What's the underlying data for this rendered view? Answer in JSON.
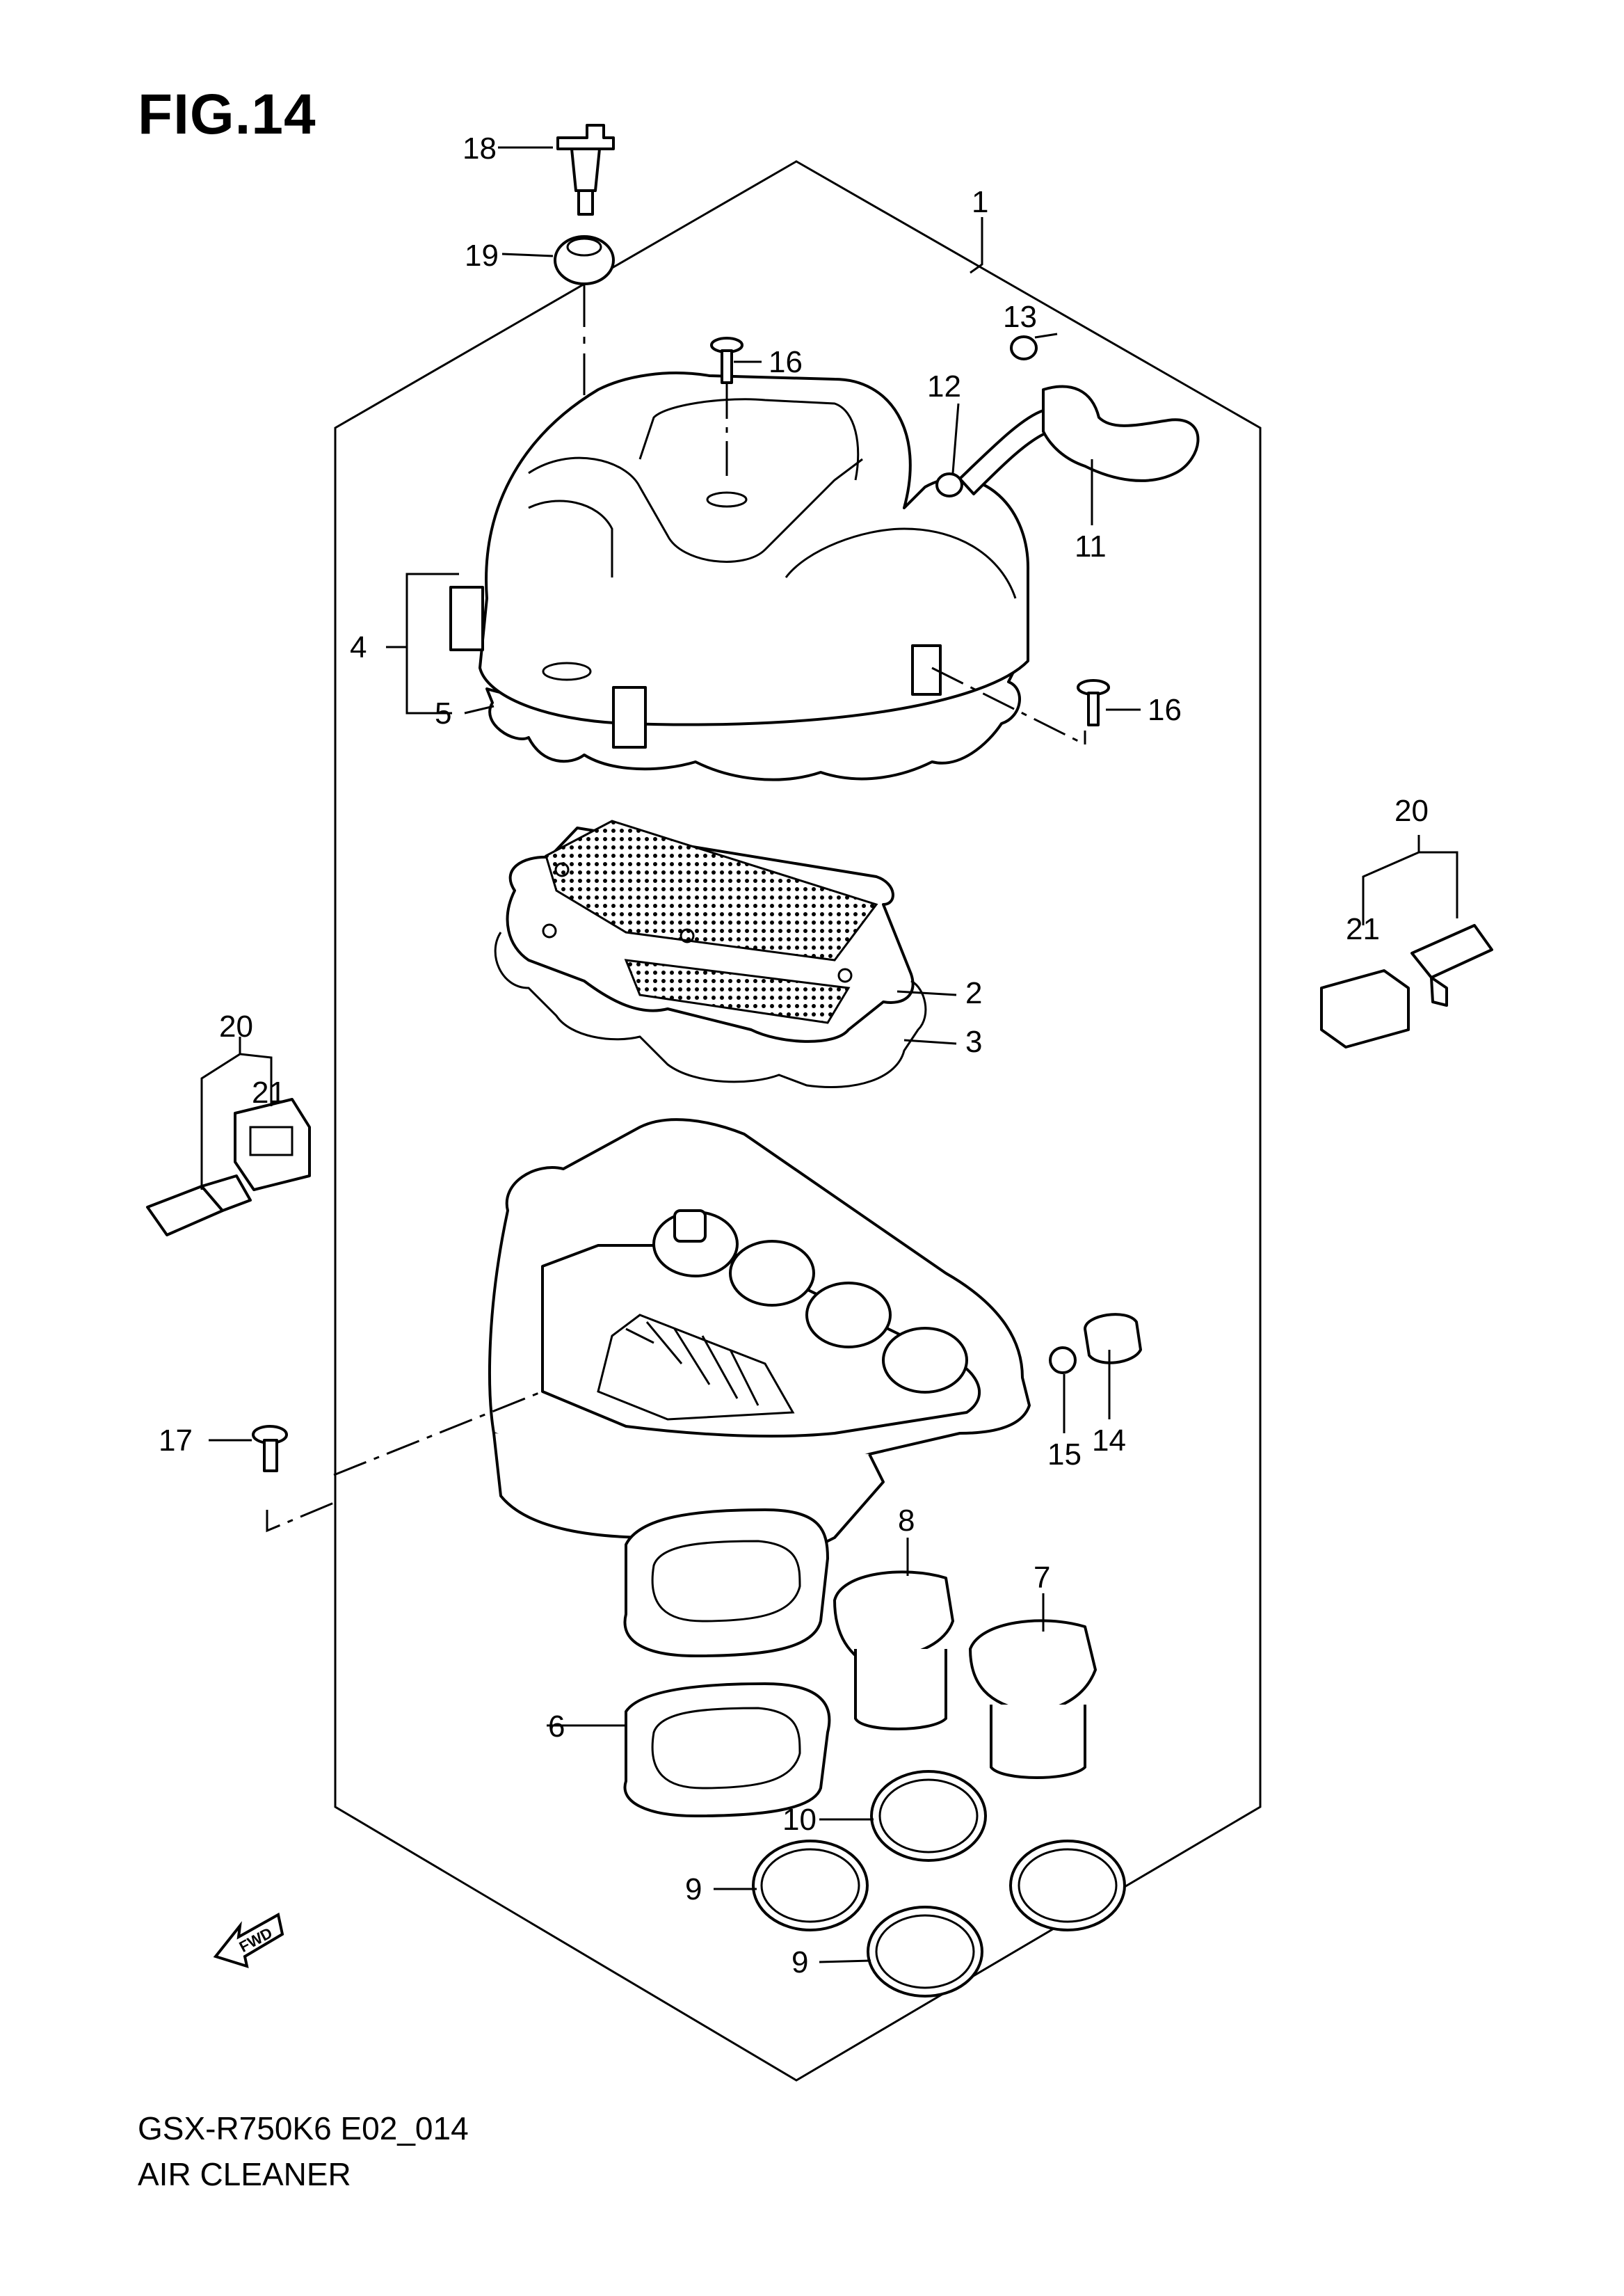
{
  "figure": {
    "title": "FIG.14",
    "model_code": "GSX-R750K6 E02_014",
    "section_name": "AIR CLEANER",
    "fwd_label": "FWD"
  },
  "callouts": [
    "1",
    "2",
    "3",
    "4",
    "5",
    "6",
    "7",
    "8",
    "9",
    "9",
    "10",
    "11",
    "12",
    "13",
    "14",
    "15",
    "16",
    "16",
    "17",
    "18",
    "19",
    "20",
    "20",
    "21",
    "21"
  ]
}
